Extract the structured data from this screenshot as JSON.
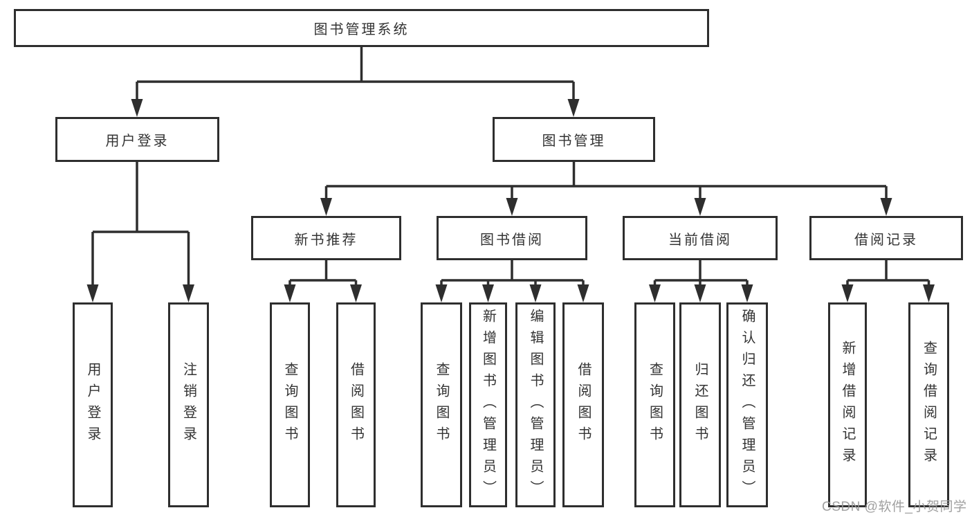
{
  "title": "图书管理系统",
  "watermark": "CSDN @软件_小贺同学",
  "colors": {
    "line": "#2e2e2e",
    "box_border": "#2e2e2e",
    "text": "#333333",
    "watermark": "#989898",
    "background": "#ffffff"
  },
  "nodes": {
    "root": {
      "label": "图书管理系统"
    },
    "level1": [
      {
        "label": "用户登录",
        "children": [
          {
            "label": "用户登录"
          },
          {
            "label": "注销登录"
          }
        ]
      },
      {
        "label": "图书管理"
      }
    ],
    "level2": [
      {
        "label": "新书推荐",
        "children": [
          {
            "label": "查询图书"
          },
          {
            "label": "借阅图书"
          }
        ]
      },
      {
        "label": "图书借阅",
        "children": [
          {
            "label": "查询图书"
          },
          {
            "label": "新增图书（管理员）"
          },
          {
            "label": "编辑图书（管理员）"
          },
          {
            "label": "借阅图书"
          }
        ]
      },
      {
        "label": "当前借阅",
        "children": [
          {
            "label": "查询图书"
          },
          {
            "label": "归还图书"
          },
          {
            "label": "确认归还（管理员）"
          }
        ]
      },
      {
        "label": "借阅记录",
        "children": [
          {
            "label": "新增借阅记录"
          },
          {
            "label": "查询借阅记录"
          }
        ]
      }
    ]
  }
}
